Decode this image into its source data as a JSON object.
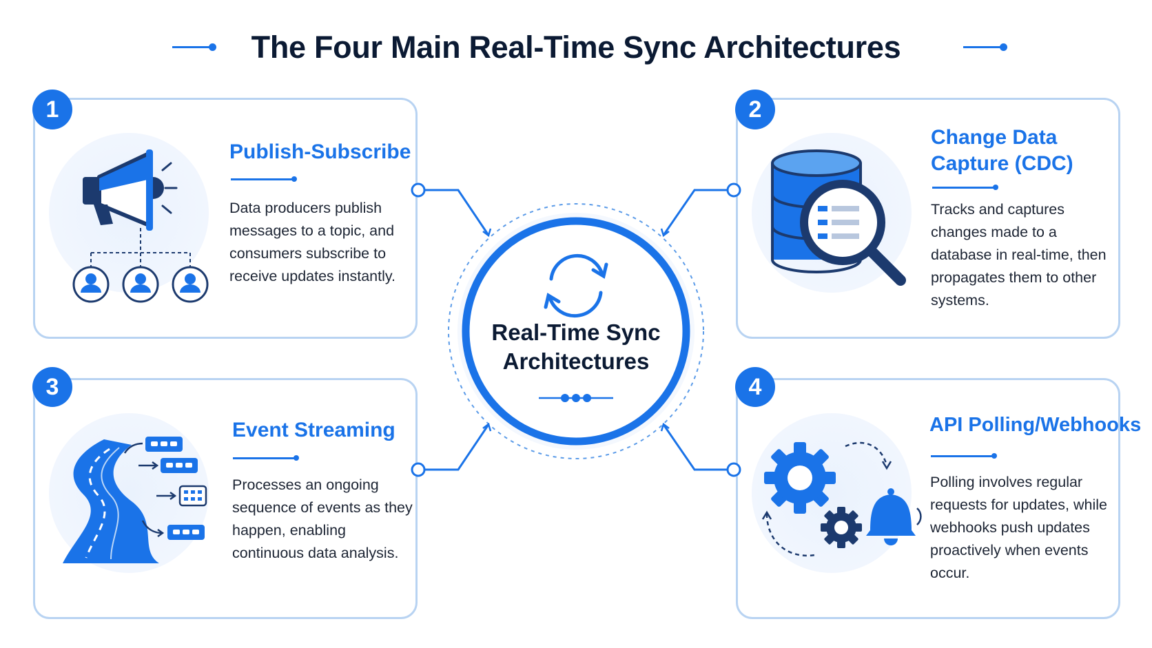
{
  "title": "The Four Main Real-Time Sync Architectures",
  "colors": {
    "accent": "#1a73e8",
    "dark": "#0b1a33",
    "card_border": "#b8d3f2",
    "icon_dark": "#1c3a6e",
    "icon_light": "#eaf2fd"
  },
  "hub": {
    "line1": "Real-Time Sync",
    "line2": "Architectures",
    "icon": "sync-arrows-icon"
  },
  "cards": [
    {
      "number": "1",
      "title": "Publish-Subscribe",
      "description": "Data producers publish messages to a topic, and consumers subscribe to receive updates instantly.",
      "icon": "megaphone-subscribers-icon"
    },
    {
      "number": "2",
      "title_line1": "Change Data",
      "title_line2": "Capture (CDC)",
      "description": "Tracks and captures changes made to a database in real-time, then propagates them to other systems.",
      "icon": "database-magnifier-icon"
    },
    {
      "number": "3",
      "title": "Event Streaming",
      "description": "Processes an ongoing sequence of events as they happen, enabling continuous data analysis.",
      "icon": "event-stream-icon"
    },
    {
      "number": "4",
      "title": "API Polling/Webhooks",
      "description": "Polling involves regular requests for updates, while webhooks push updates proactively when events occur.",
      "icon": "gears-bell-icon"
    }
  ]
}
